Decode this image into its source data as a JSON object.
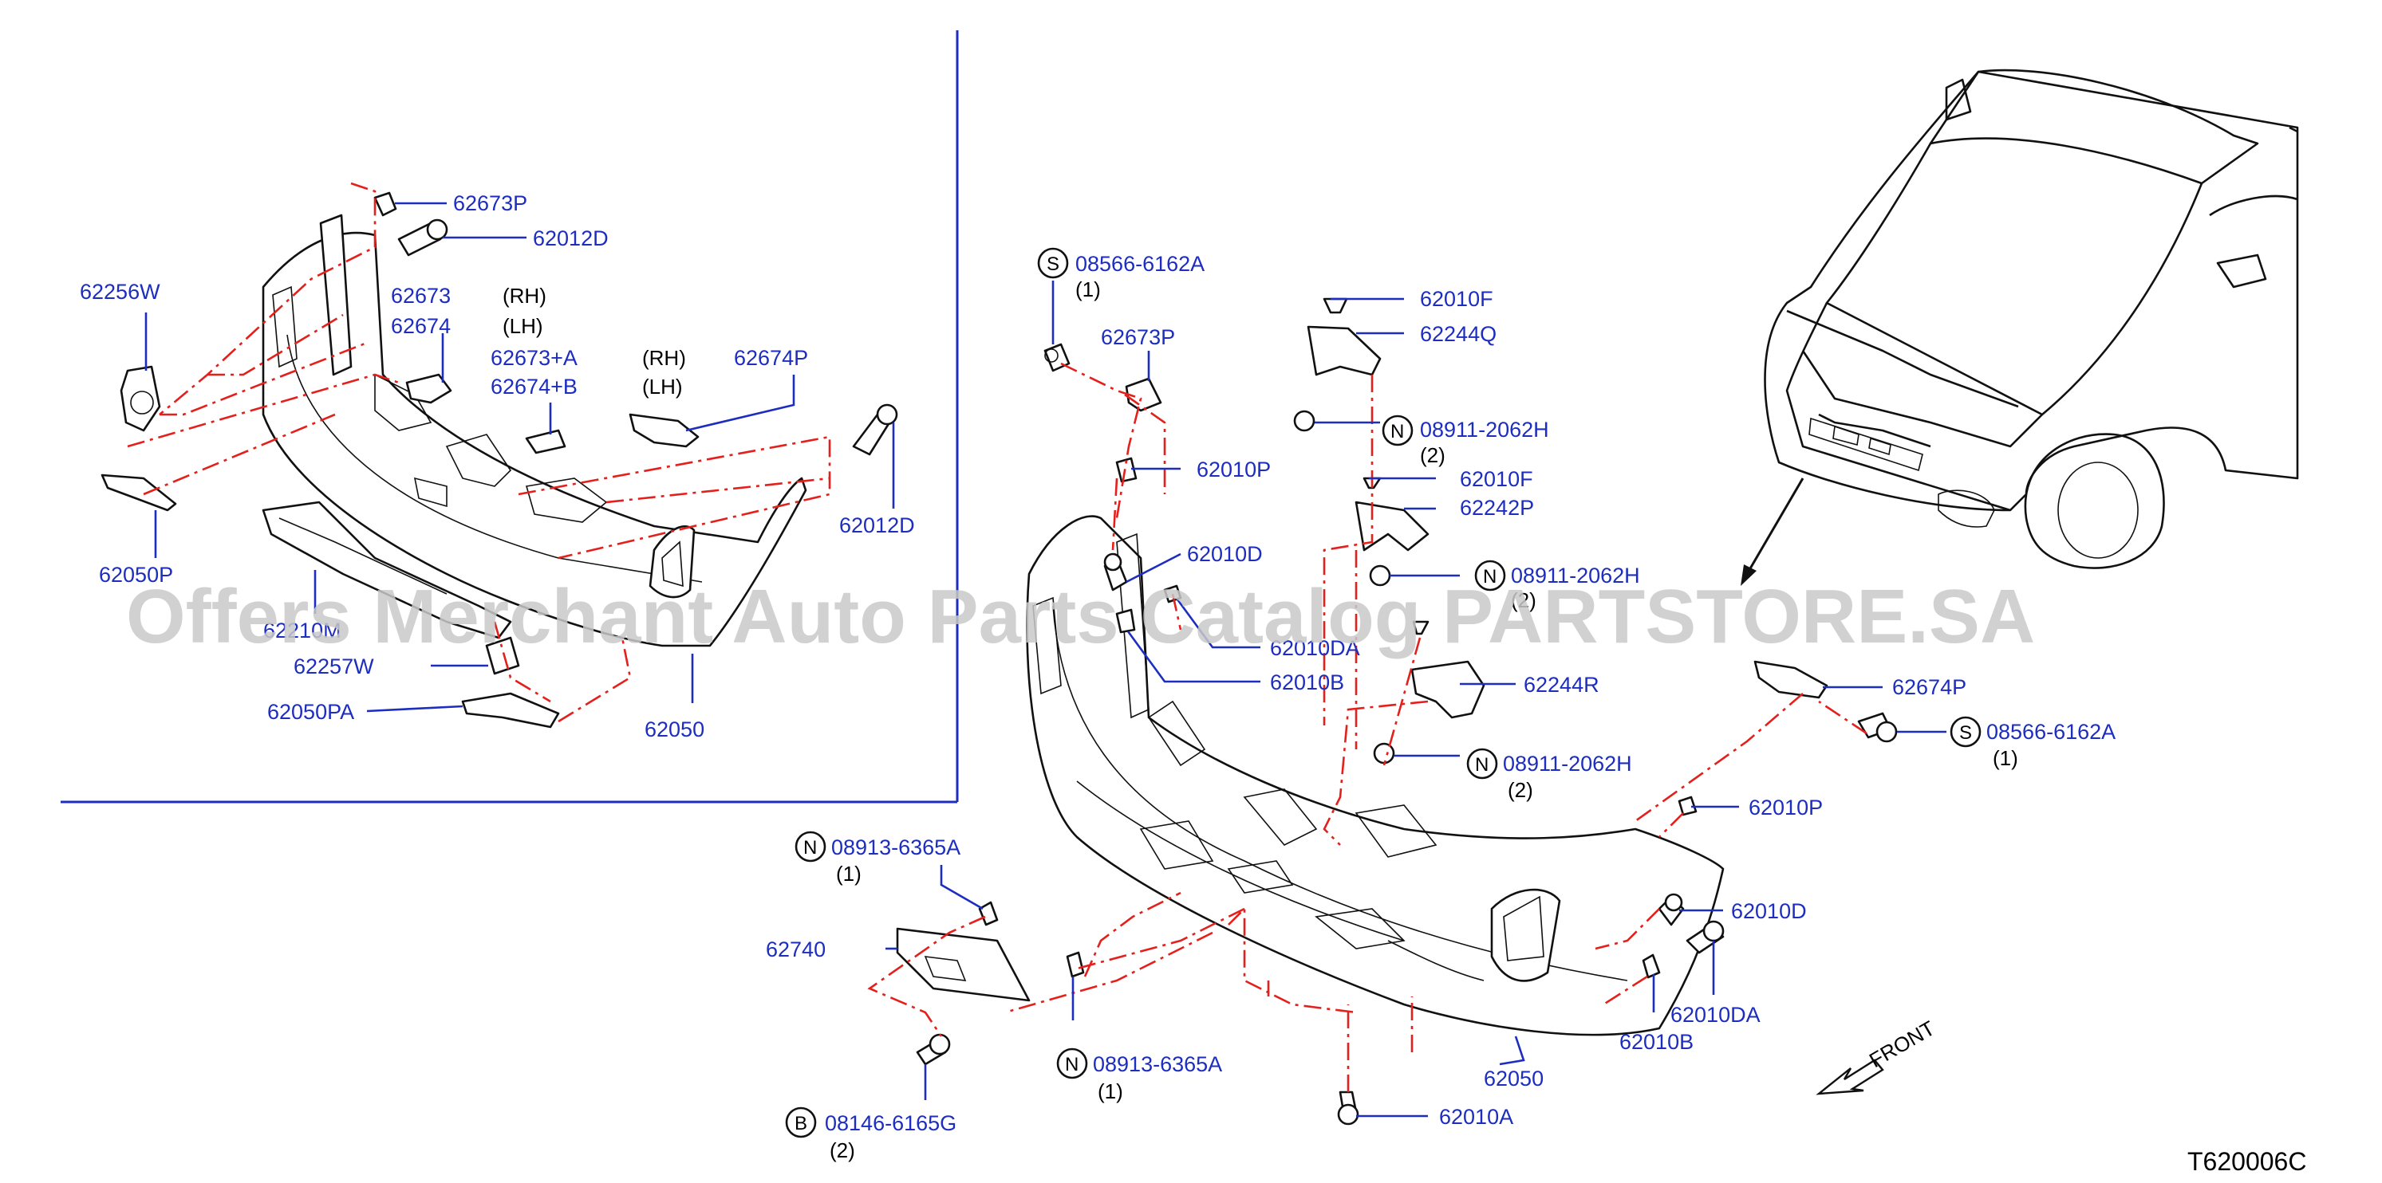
{
  "diagram_code": "T620006C",
  "watermark": "Offers Merchant Auto Parts Catalog PARTSTORE.SA",
  "front_label": "FRONT",
  "symbols": {
    "s": "S",
    "n": "N",
    "b": "B"
  },
  "inset": {
    "labels": {
      "p62673P": "62673P",
      "p62012D_a": "62012D",
      "p62256W": "62256W",
      "p62673": "62673",
      "p62674": "62674",
      "rh1": "(RH)",
      "lh1": "(LH)",
      "p62673A": "62673+A",
      "p62674B": "62674+B",
      "rh2": "(RH)",
      "lh2": "(LH)",
      "p62674P": "62674P",
      "p62012D_b": "62012D",
      "p62050P": "62050P",
      "p62210M": "62210M",
      "p62257W": "62257W",
      "p62050PA": "62050PA",
      "p62050": "62050"
    }
  },
  "main": {
    "labels": {
      "p08566a": "08566-6162A",
      "q08566a": "(1)",
      "p62673P": "62673P",
      "p62010F_a": "62010F",
      "p62244Q": "62244Q",
      "p08911a": "08911-2062H",
      "q08911a": "(2)",
      "p62010P_a": "62010P",
      "p62010F_b": "62010F",
      "p62242P": "62242P",
      "p62010D_a": "62010D",
      "p08911b": "08911-2062H",
      "q08911b": "(2)",
      "p62010DA_a": "62010DA",
      "p62010B_a": "62010B",
      "p62244R": "62244R",
      "p62674P": "62674P",
      "p08566b": "08566-6162A",
      "q08566b": "(1)",
      "p08911c": "08911-2062H",
      "q08911c": "(2)",
      "p62010P_b": "62010P",
      "p08913a": "08913-6365A",
      "q08913a": "(1)",
      "p62010D_b": "62010D",
      "p62740": "62740",
      "p62010DA_b": "62010DA",
      "p62010B_b": "62010B",
      "p08913b": "08913-6365A",
      "q08913b": "(1)",
      "p62050": "62050",
      "p62010A": "62010A",
      "p08146": "08146-6165G",
      "q08146": "(2)"
    }
  }
}
